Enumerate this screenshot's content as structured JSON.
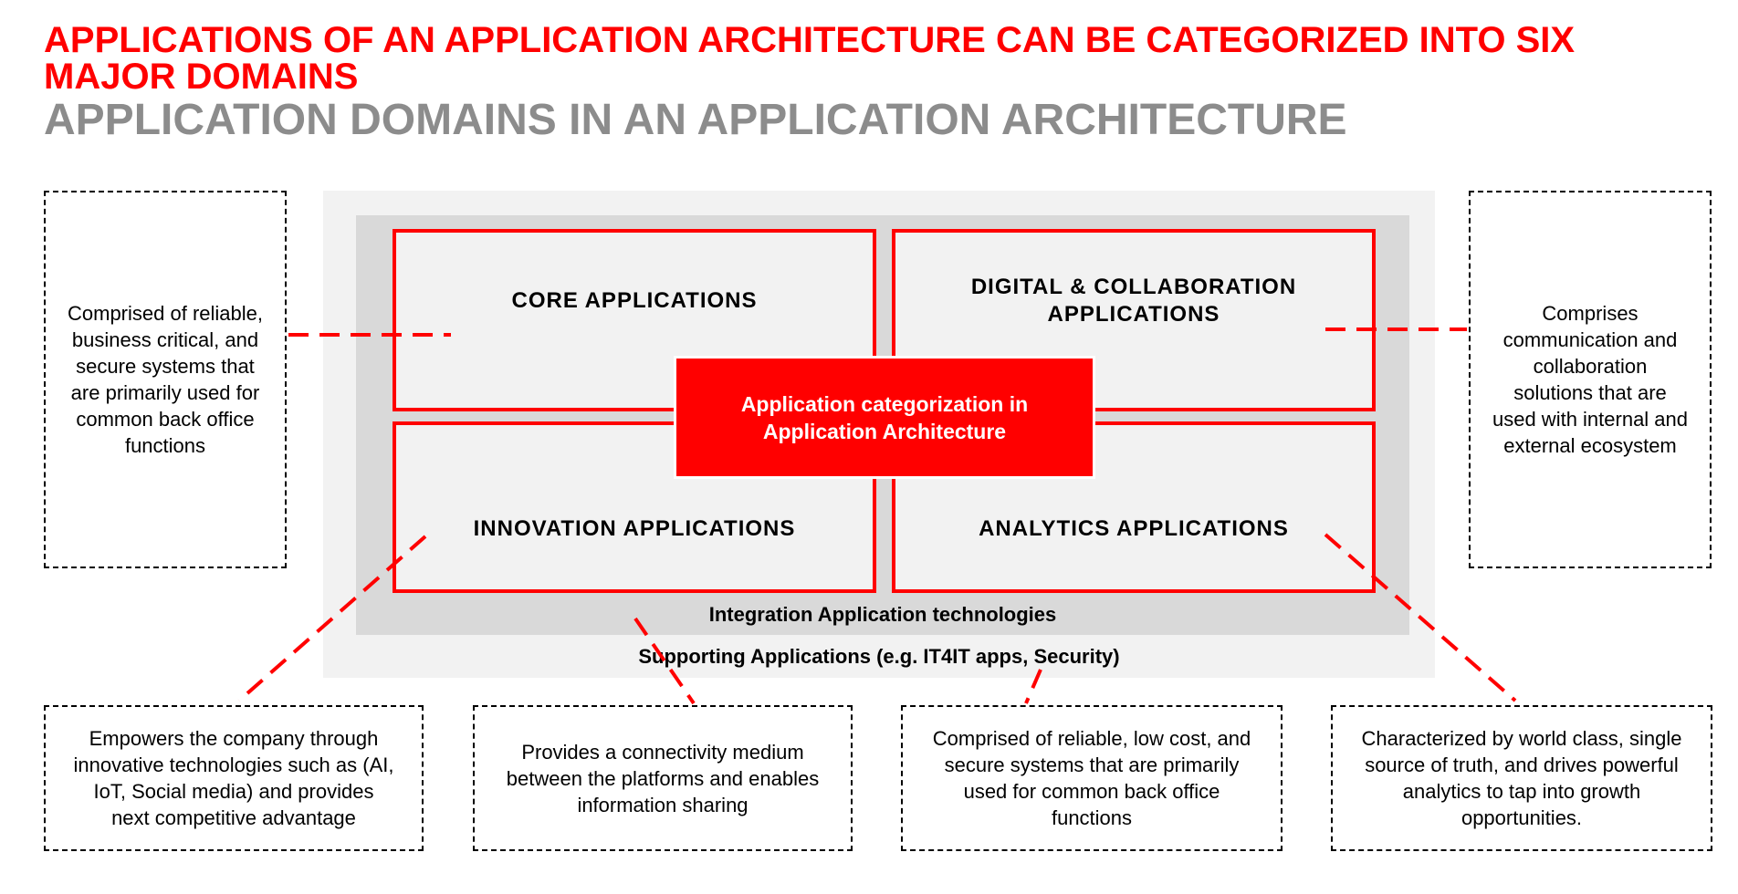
{
  "header": {
    "title": "APPLICATIONS OF AN APPLICATION ARCHITECTURE CAN BE CATEGORIZED INTO SIX MAJOR DOMAINS",
    "subtitle": "APPLICATION DOMAINS IN AN APPLICATION ARCHITECTURE"
  },
  "diagram": {
    "center": "Application categorization in\nApplication Architecture",
    "quadrants": {
      "core": "CORE APPLICATIONS",
      "digital": "DIGITAL & COLLABORATION\nAPPLICATIONS",
      "innovation": "INNOVATION APPLICATIONS",
      "analytics": "ANALYTICS APPLICATIONS"
    },
    "integration_label": "Integration Application technologies",
    "supporting_label": "Supporting Applications (e.g. IT4IT apps, Security)"
  },
  "notes": {
    "core": "Comprised of reliable,\nbusiness critical, and\nsecure systems that\nare primarily used for\ncommon back office\nfunctions",
    "digital": "Comprises\ncommunication and\ncollaboration\nsolutions that are\nused with internal and\nexternal ecosystem",
    "innovation": "Empowers the company through\ninnovative technologies such as (AI,\nIoT, Social media) and provides\nnext competitive advantage",
    "integration": "Provides a connectivity medium\nbetween the platforms and enables\ninformation sharing",
    "supporting": "Comprised of reliable, low cost, and\nsecure systems that are primarily\nused for common back office\nfunctions",
    "analytics": "Characterized by world class, single\nsource of truth, and drives powerful\nanalytics to tap into growth\nopportunities."
  },
  "colors": {
    "accent": "#ff0000",
    "subtitle": "#8c8c8c",
    "outer_panel": "#f2f2f2",
    "inner_panel": "#d9d9d9"
  }
}
